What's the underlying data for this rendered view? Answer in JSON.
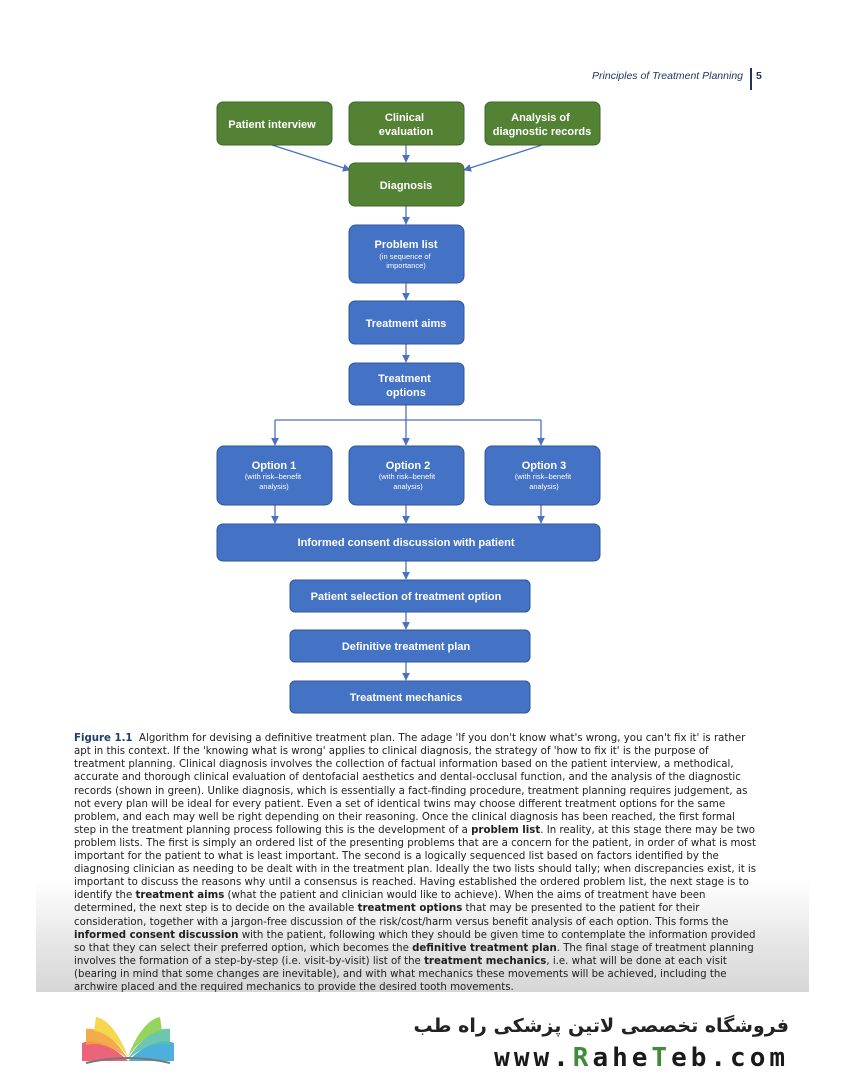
{
  "header": {
    "running_title": "Principles of Treatment Planning",
    "page_number": "5"
  },
  "flowchart": {
    "colors": {
      "green": "#548235",
      "blue": "#4472c4",
      "arrow": "#4a72c0"
    },
    "patient_interview": "Patient interview",
    "clinical_evaluation": [
      "Clinical",
      "evaluation"
    ],
    "diagnostic_records": [
      "Analysis of",
      "diagnostic records"
    ],
    "diagnosis": "Diagnosis",
    "problem_list": "Problem list",
    "problem_list_sub": [
      "(in sequence of",
      "importance)"
    ],
    "treatment_aims": "Treatment aims",
    "treatment_options": [
      "Treatment",
      "options"
    ],
    "option1": "Option 1",
    "option2": "Option 2",
    "option3": "Option 3",
    "option_sub": [
      "(with risk–benefit",
      "analysis)"
    ],
    "informed_consent": "Informed consent discussion with patient",
    "patient_selection": "Patient selection of treatment option",
    "definitive_plan": "Definitive treatment plan",
    "mechanics": "Treatment mechanics"
  },
  "caption": {
    "label": "Figure 1.1",
    "s1": "Algorithm for devising a definitive treatment plan. The adage 'If you don't know what's wrong, you can't fix it' is rather apt in this context. If the 'knowing what is wrong' applies to clinical diagnosis, the strategy of 'how to fix it' is the purpose of treatment planning. Clinical diagnosis involves the collection of factual information based on the patient interview, a methodical, accurate and thorough clinical evaluation of dentofacial aesthetics and dental-occlusal function, and the analysis of the diagnostic records (shown in green). Unlike diagnosis, which is essentially a fact-finding procedure, treatment planning requires judgement, as not every plan will be ideal for every patient. Even a set of identical twins may choose different treatment options for the same problem, and each may well be right depending on their reasoning. Once the clinical diagnosis has been reached, the first formal step in the treatment planning process following this is the development of a",
    "b1": "problem list",
    "s2": ". In reality, at this stage there may be two problem lists. The first is simply an ordered list of the presenting problems that are a concern for the patient, in order of what is most important for the patient to what is least important. The second is a logically sequenced list based on factors identified by the diagnosing clinician as needing to be dealt with in the treatment plan. Ideally the two lists should tally; when discrepancies exist, it is important to discuss the reasons why until a consensus is reached. Having established the ordered problem list, the next stage is to identify the",
    "b2": "treatment aims",
    "s3": "(what the patient and clinician would like to achieve). When the aims of treatment have been determined, the next step is to decide on the available",
    "b3": "treatment options",
    "s4": "that may be presented to the patient for their consideration, together with a jargon-free discussion of the risk/cost/harm versus benefit analysis of each option. This forms the",
    "b4": "informed consent discussion",
    "s5": "with the patient, following which they should be given time to contemplate the information provided so that they can select their preferred option, which becomes the",
    "b5": "definitive treatment plan",
    "s6": ". The final stage of treatment planning involves the formation of a step-by-step (i.e. visit-by-visit) list of the",
    "b6": "treatment mechanics",
    "s7": ", i.e. what will be done at each visit (bearing in mind that some changes are inevitable), and with what mechanics these movements will be achieved, including the archwire placed and the required mechanics to provide the desired tooth movements."
  },
  "footer": {
    "store_name": "فروشگاه تخصصی لاتین پزشکی  راه طب",
    "url_parts": [
      "www.",
      "R",
      "ahe",
      "T",
      "eb.com"
    ],
    "accent": "#3f8a3b"
  }
}
